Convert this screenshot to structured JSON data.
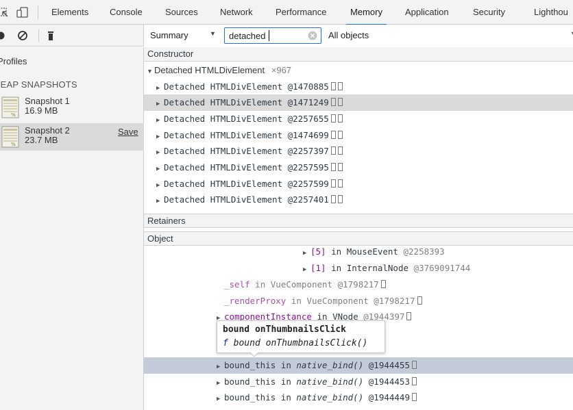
{
  "tabs": [
    "Elements",
    "Console",
    "Sources",
    "Network",
    "Performance",
    "Memory",
    "Application",
    "Security",
    "Lighthou"
  ],
  "active_tab": "Memory",
  "toolbar": {
    "view_select": "Summary",
    "filter_value": "detached",
    "objects_select": "All objects"
  },
  "sidebar": {
    "profiles_label": "Profiles",
    "section_label": "HEAP SNAPSHOTS",
    "snapshots": [
      {
        "name": "Snapshot 1",
        "size": "16.9 MB"
      },
      {
        "name": "Snapshot 2",
        "size": "23.7 MB",
        "save_label": "Save"
      }
    ]
  },
  "constructor": {
    "header": "Constructor",
    "group_name": "Detached HTMLDivElement",
    "group_count": "×967",
    "rows": [
      {
        "name": "Detached HTMLDivElement",
        "id": "@1470885"
      },
      {
        "name": "Detached HTMLDivElement",
        "id": "@1471249"
      },
      {
        "name": "Detached HTMLDivElement",
        "id": "@2257655"
      },
      {
        "name": "Detached HTMLDivElement",
        "id": "@1474699"
      },
      {
        "name": "Detached HTMLDivElement",
        "id": "@2257397"
      },
      {
        "name": "Detached HTMLDivElement",
        "id": "@2257595"
      },
      {
        "name": "Detached HTMLDivElement",
        "id": "@2257599"
      },
      {
        "name": "Detached HTMLDivElement",
        "id": "@2257401"
      }
    ]
  },
  "retainers": {
    "header": "Retainers",
    "object_header": "Object",
    "rows": [
      {
        "key": "[5]",
        "in": "in",
        "type": "MouseEvent",
        "id": "@2258393"
      },
      {
        "key": "[1]",
        "in": "in",
        "type": "InternalNode",
        "id": "@3769091744"
      },
      {
        "key": "_self",
        "in": "in",
        "type": "VueComponent",
        "id": "@1798217"
      },
      {
        "key": "_renderProxy",
        "in": "in",
        "type": "VueComponent",
        "id": "@1798217"
      },
      {
        "key": "componentInstance",
        "in": "in",
        "type": "VNode",
        "id": "@1944397"
      },
      {
        "key": "bound_this",
        "in": "in",
        "type": "native_bind()",
        "id": "@1944455"
      },
      {
        "key": "bound_this",
        "in": "in",
        "type": "native_bind()",
        "id": "@1944453"
      },
      {
        "key": "bound_this",
        "in": "in",
        "type": "native_bind()",
        "id": "@1944449"
      }
    ]
  },
  "tooltip": {
    "title": "bound onThumbnailsClick",
    "fn_prefix": "f",
    "fn_signature": "bound onThumbnailsClick()"
  }
}
